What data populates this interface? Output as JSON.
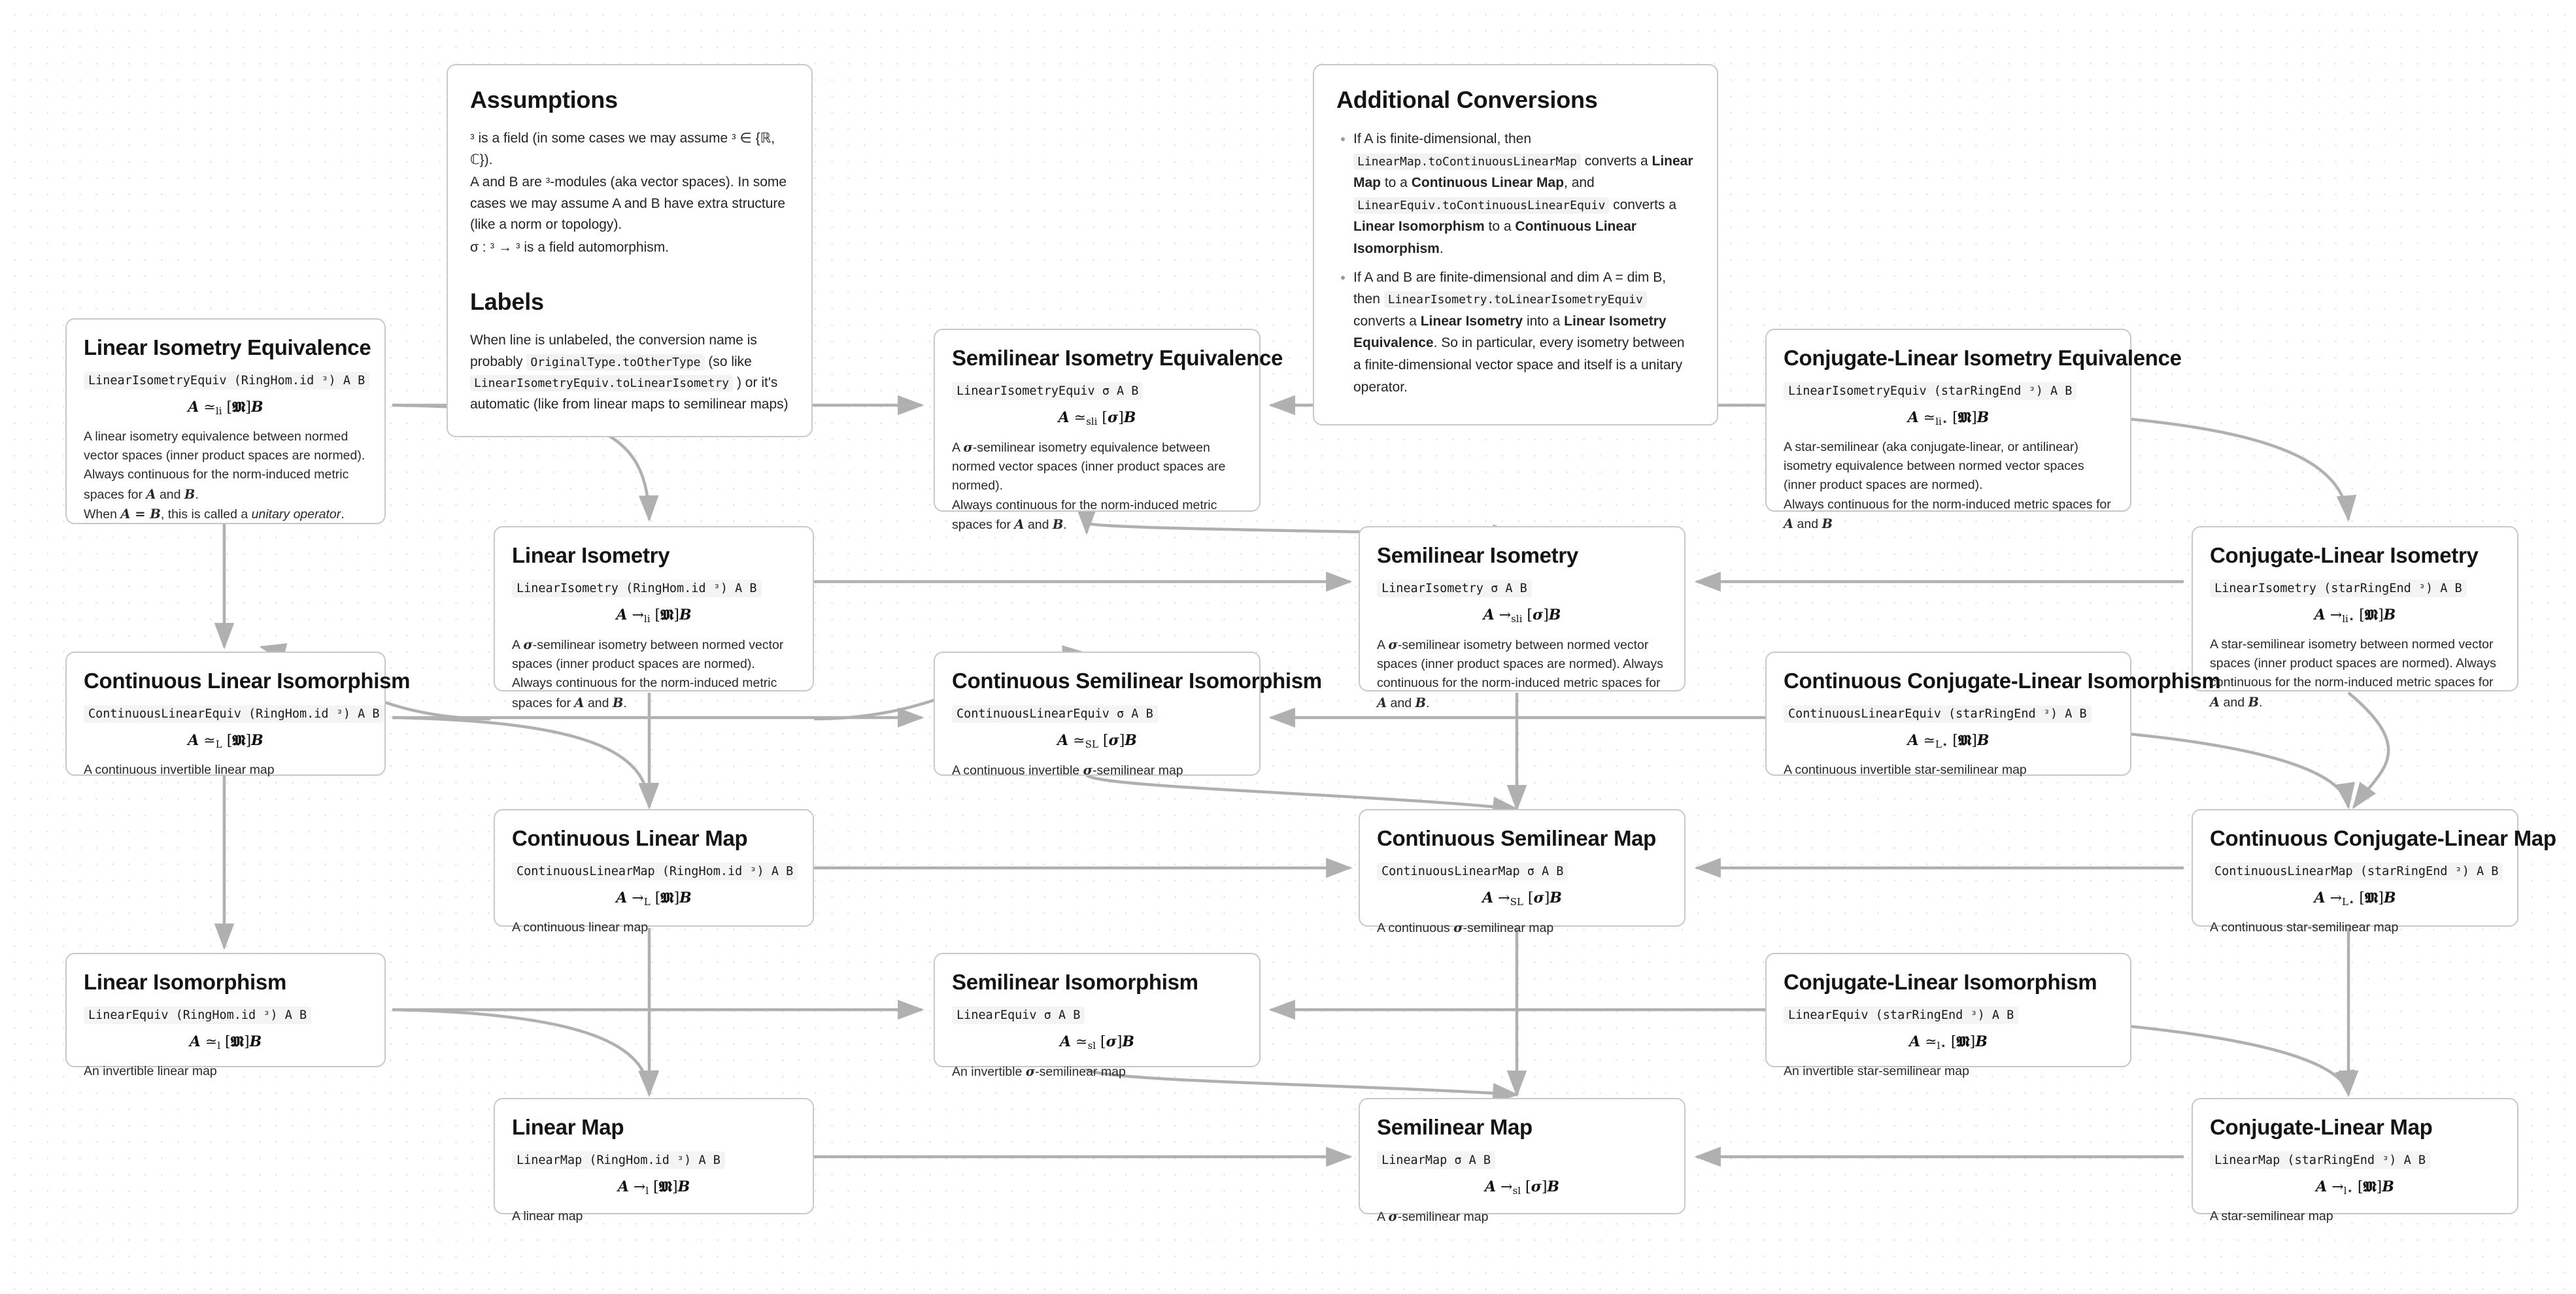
{
  "canvas": {
    "background": "#ffffff",
    "grid": "dotted",
    "edge_color": "#b0b0b0"
  },
  "notes": [
    {
      "id": "assumptions",
      "heading": "Assumptions",
      "lines": [
        "ᵌ is a field (in some cases we may assume ᵌ ∈ {ℝ, ℂ}).",
        "A and B are ᵌ-modules (aka vector spaces). In some cases we may assume A and B have extra structure (like a norm or topology).",
        "σ : ᵌ → ᵌ is a field automorphism."
      ],
      "heading2": "Labels",
      "labels_text_1": "When line is unlabeled, the conversion name is probably",
      "labels_code_1": "OriginalType.toOtherType",
      "labels_text_2": "(so like",
      "labels_code_2": "LinearIsometryEquiv.toLinearIsometry",
      "labels_text_3": ") or it's automatic (like from linear maps to semilinear maps)"
    },
    {
      "id": "additional-conversions",
      "heading": "Additional Conversions",
      "bullets": [
        {
          "parts": [
            {
              "t": "text",
              "v": "If A is finite-dimensional, then "
            },
            {
              "t": "code",
              "v": "LinearMap.toContinuousLinearMap"
            },
            {
              "t": "text",
              "v": " converts a "
            },
            {
              "t": "bold",
              "v": "Linear Map"
            },
            {
              "t": "text",
              "v": " to a "
            },
            {
              "t": "bold",
              "v": "Continuous Linear Map"
            },
            {
              "t": "text",
              "v": ", and "
            },
            {
              "t": "code",
              "v": "LinearEquiv.toContinuousLinearEquiv"
            },
            {
              "t": "text",
              "v": " converts a "
            },
            {
              "t": "bold",
              "v": "Linear Isomorphism"
            },
            {
              "t": "text",
              "v": " to a "
            },
            {
              "t": "bold",
              "v": "Continuous Linear Isomorphism"
            },
            {
              "t": "text",
              "v": "."
            }
          ]
        },
        {
          "parts": [
            {
              "t": "text",
              "v": "If A and B are finite-dimensional and dim A = dim B, then "
            },
            {
              "t": "code",
              "v": "LinearIsometry.toLinearIsometryEquiv"
            },
            {
              "t": "text",
              "v": " converts a "
            },
            {
              "t": "bold",
              "v": "Linear Isometry"
            },
            {
              "t": "text",
              "v": " into a "
            },
            {
              "t": "bold",
              "v": "Linear Isometry Equivalence"
            },
            {
              "t": "text",
              "v": ". So in particular, every isometry between a finite-dimensional vector space and itself is a unitary operator."
            }
          ]
        }
      ]
    }
  ],
  "nodes": [
    {
      "id": "linear-isometry-equivalence",
      "title": "Linear Isometry Equivalence",
      "code": "LinearIsometryEquiv (RingHom.id ᵌ) A B",
      "math": {
        "lhs": "A",
        "rel": "≃",
        "sub": "li",
        "bracket": "[ᵌ]",
        "rhs": "B"
      },
      "desc": "A linear isometry equivalence between normed vector spaces (inner product spaces are normed).\nAlways continuous for the norm-induced metric spaces for A and B.\nWhen A = B, this is called a unitary operator."
    },
    {
      "id": "semilinear-isometry-equivalence",
      "title": "Semilinear Isometry Equivalence",
      "code": "LinearIsometryEquiv σ A B",
      "math": {
        "lhs": "A",
        "rel": "≃",
        "sub": "sli",
        "bracket": "[σ]",
        "rhs": "B"
      },
      "desc": "A σ-semilinear isometry equivalence between normed vector spaces (inner product spaces are normed).\nAlways continuous for the norm-induced metric spaces for A and B."
    },
    {
      "id": "conjugate-linear-isometry-equivalence",
      "title": "Conjugate-Linear Isometry Equivalence",
      "code": "LinearIsometryEquiv (starRingEnd ᵌ) A B",
      "math": {
        "lhs": "A",
        "rel": "≃",
        "sub": "li⋆",
        "bracket": "[ᵌ]",
        "rhs": "B"
      },
      "desc": "A star-semilinear (aka conjugate-linear, or antilinear) isometry equivalence between normed vector spaces (inner product spaces are normed).\nAlways continuous for the norm-induced metric spaces for A and B"
    },
    {
      "id": "linear-isometry",
      "title": "Linear Isometry",
      "code": "LinearIsometry (RingHom.id ᵌ) A B",
      "math": {
        "lhs": "A",
        "rel": "→",
        "sub": "li",
        "bracket": "[ᵌ]",
        "rhs": "B"
      },
      "desc": "A σ-semilinear isometry between normed vector spaces (inner product spaces are normed). Always continuous for the norm-induced metric spaces for A and B."
    },
    {
      "id": "semilinear-isometry",
      "title": "Semilinear Isometry",
      "code": "LinearIsometry σ A B",
      "math": {
        "lhs": "A",
        "rel": "→",
        "sub": "sli",
        "bracket": "[σ]",
        "rhs": "B"
      },
      "desc": "A σ-semilinear isometry between normed vector spaces (inner product spaces are normed). Always continuous for the norm-induced metric spaces for A and B."
    },
    {
      "id": "conjugate-linear-isometry",
      "title": "Conjugate-Linear Isometry",
      "code": "LinearIsometry (starRingEnd ᵌ) A B",
      "math": {
        "lhs": "A",
        "rel": "→",
        "sub": "li⋆",
        "bracket": "[ᵌ]",
        "rhs": "B"
      },
      "desc": "A star-semilinear isometry between normed vector spaces (inner product spaces are normed). Always continuous for the norm-induced metric spaces for A and B."
    },
    {
      "id": "continuous-linear-isomorphism",
      "title": "Continuous Linear Isomorphism",
      "code": "ContinuousLinearEquiv (RingHom.id ᵌ) A B",
      "math": {
        "lhs": "A",
        "rel": "≃",
        "sub": "L",
        "bracket": "[ᵌ]",
        "rhs": "B"
      },
      "desc": "A continuous invertible linear map"
    },
    {
      "id": "continuous-semilinear-isomorphism",
      "title": "Continuous Semilinear Isomorphism",
      "code": "ContinuousLinearEquiv σ A B",
      "math": {
        "lhs": "A",
        "rel": "≃",
        "sub": "SL",
        "bracket": "[σ]",
        "rhs": "B"
      },
      "desc": "A continuous invertible σ-semilinear map"
    },
    {
      "id": "continuous-conjugate-linear-isomorphism",
      "title": "Continuous Conjugate-Linear Isomorphism",
      "code": "ContinuousLinearEquiv (starRingEnd ᵌ) A B",
      "math": {
        "lhs": "A",
        "rel": "≃",
        "sub": "L⋆",
        "bracket": "[ᵌ]",
        "rhs": "B"
      },
      "desc": "A continuous invertible star-semilinear map"
    },
    {
      "id": "continuous-linear-map",
      "title": "Continuous Linear Map",
      "code": "ContinuousLinearMap (RingHom.id ᵌ) A B",
      "math": {
        "lhs": "A",
        "rel": "→",
        "sub": "L",
        "bracket": "[ᵌ]",
        "rhs": "B"
      },
      "desc": "A continuous linear map"
    },
    {
      "id": "continuous-semilinear-map",
      "title": "Continuous Semilinear Map",
      "code": "ContinuousLinearMap σ A B",
      "math": {
        "lhs": "A",
        "rel": "→",
        "sub": "SL",
        "bracket": "[σ]",
        "rhs": "B"
      },
      "desc": "A continuous σ-semilinear map"
    },
    {
      "id": "continuous-conjugate-linear-map",
      "title": "Continuous Conjugate-Linear Map",
      "code": "ContinuousLinearMap (starRingEnd ᵌ) A B",
      "math": {
        "lhs": "A",
        "rel": "→",
        "sub": "L⋆",
        "bracket": "[ᵌ]",
        "rhs": "B"
      },
      "desc": "A continuous star-semilinear map"
    },
    {
      "id": "linear-isomorphism",
      "title": "Linear Isomorphism",
      "code": "LinearEquiv (RingHom.id ᵌ) A B",
      "math": {
        "lhs": "A",
        "rel": "≃",
        "sub": "l",
        "bracket": "[ᵌ]",
        "rhs": "B"
      },
      "desc": "An invertible linear map"
    },
    {
      "id": "semilinear-isomorphism",
      "title": "Semilinear Isomorphism",
      "code": "LinearEquiv σ A B",
      "math": {
        "lhs": "A",
        "rel": "≃",
        "sub": "sl",
        "bracket": "[σ]",
        "rhs": "B"
      },
      "desc": "An invertible σ-semilinear map"
    },
    {
      "id": "conjugate-linear-isomorphism",
      "title": "Conjugate-Linear Isomorphism",
      "code": "LinearEquiv (starRingEnd ᵌ) A B",
      "math": {
        "lhs": "A",
        "rel": "≃",
        "sub": "l⋆",
        "bracket": "[ᵌ]",
        "rhs": "B"
      },
      "desc": "An invertible star-semilinear map"
    },
    {
      "id": "linear-map",
      "title": "Linear Map",
      "code": "LinearMap (RingHom.id ᵌ) A B",
      "math": {
        "lhs": "A",
        "rel": "→",
        "sub": "l",
        "bracket": "[ᵌ]",
        "rhs": "B"
      },
      "desc": "A linear map"
    },
    {
      "id": "semilinear-map",
      "title": "Semilinear Map",
      "code": "LinearMap σ A B",
      "math": {
        "lhs": "A",
        "rel": "→",
        "sub": "sl",
        "bracket": "[σ]",
        "rhs": "B"
      },
      "desc": "A σ-semilinear map"
    },
    {
      "id": "conjugate-linear-map",
      "title": "Conjugate-Linear Map",
      "code": "LinearMap (starRingEnd ᵌ) A B",
      "math": {
        "lhs": "A",
        "rel": "→",
        "sub": "l⋆",
        "bracket": "[ᵌ]",
        "rhs": "B"
      },
      "desc": "A star-semilinear map"
    }
  ]
}
